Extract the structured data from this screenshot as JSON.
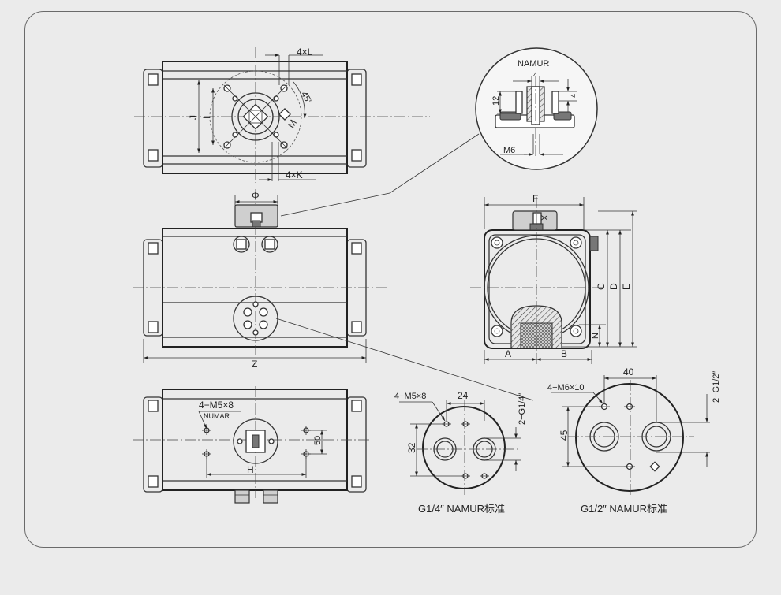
{
  "top_view": {
    "label_4xL": "4×L",
    "label_4xK": "4×K",
    "label_angle": "45°",
    "label_J": "J",
    "label_I": "I",
    "label_M": "M"
  },
  "namur_detail": {
    "title": "NAMUR",
    "dim_4_top": "4",
    "dim_12": "12",
    "dim_4_side": "4",
    "thread": "M6"
  },
  "front_view": {
    "label_phi": "Φ",
    "label_Z": "Z"
  },
  "side_view": {
    "label_F": "F",
    "label_X": "X",
    "label_C": "C",
    "label_D": "D",
    "label_E": "E",
    "label_N": "N",
    "label_A": "A",
    "label_B": "B"
  },
  "bottom_view": {
    "thread_note": "4−M5×8",
    "sub_note": "NUMAR",
    "label_50": "50",
    "label_H": "H"
  },
  "port_g14": {
    "thread_note": "4−M5×8",
    "dim_24": "24",
    "dim_32": "32",
    "port_note": "2−G1/4″",
    "caption": "G1/4″  NAMUR标准"
  },
  "port_g12": {
    "thread_note": "4−M6×10",
    "dim_40": "40",
    "dim_45": "45",
    "port_note": "2−G1/2″",
    "caption": "G1/2″  NAMUR标准"
  }
}
